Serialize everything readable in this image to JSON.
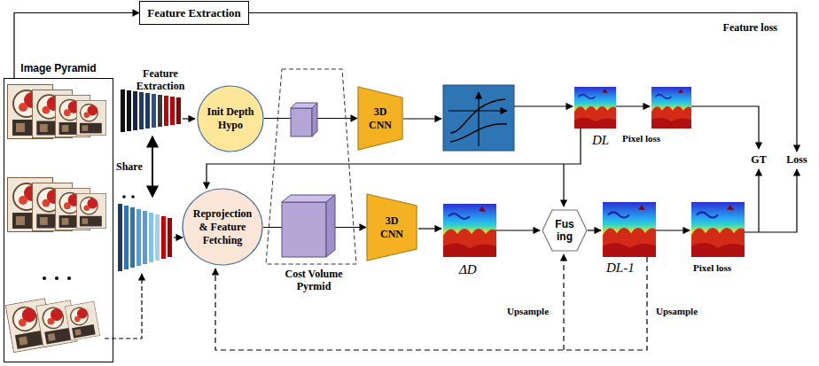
{
  "diagram": {
    "nodes": [
      {
        "text": [
          "Feature Extraction"
        ]
      },
      {
        "text": [
          "Image Pyramid"
        ]
      },
      {
        "text": [
          "Init Depth Hypo"
        ]
      },
      {
        "text": [
          "3D CNN"
        ]
      },
      {
        "text": [
          "Reprojection & Feature Fetching"
        ]
      },
      {
        "text": [
          "3D CNN"
        ]
      },
      {
        "text": [
          "Fus ing"
        ]
      },
      {
        "text": [
          "GT"
        ]
      },
      {
        "text": [
          "Loss"
        ]
      }
    ],
    "edges": [
      {
        "from": 1,
        "to": 0,
        "arrow": "to"
      },
      {
        "from": 0,
        "to": 8,
        "arrow": "to",
        "label": "Feature loss"
      },
      {
        "from": 2,
        "to": 3,
        "arrow": "to"
      },
      {
        "from": 4,
        "to": 5,
        "arrow": "to"
      }
    ],
    "labels": [
      "Feature Extraction",
      "Share",
      "Cost Volume Pyrmid",
      "DL",
      "Pixel loss",
      "ΔD",
      "DL-1",
      "Pixel loss",
      "Upsample",
      "Upsample"
    ]
  }
}
